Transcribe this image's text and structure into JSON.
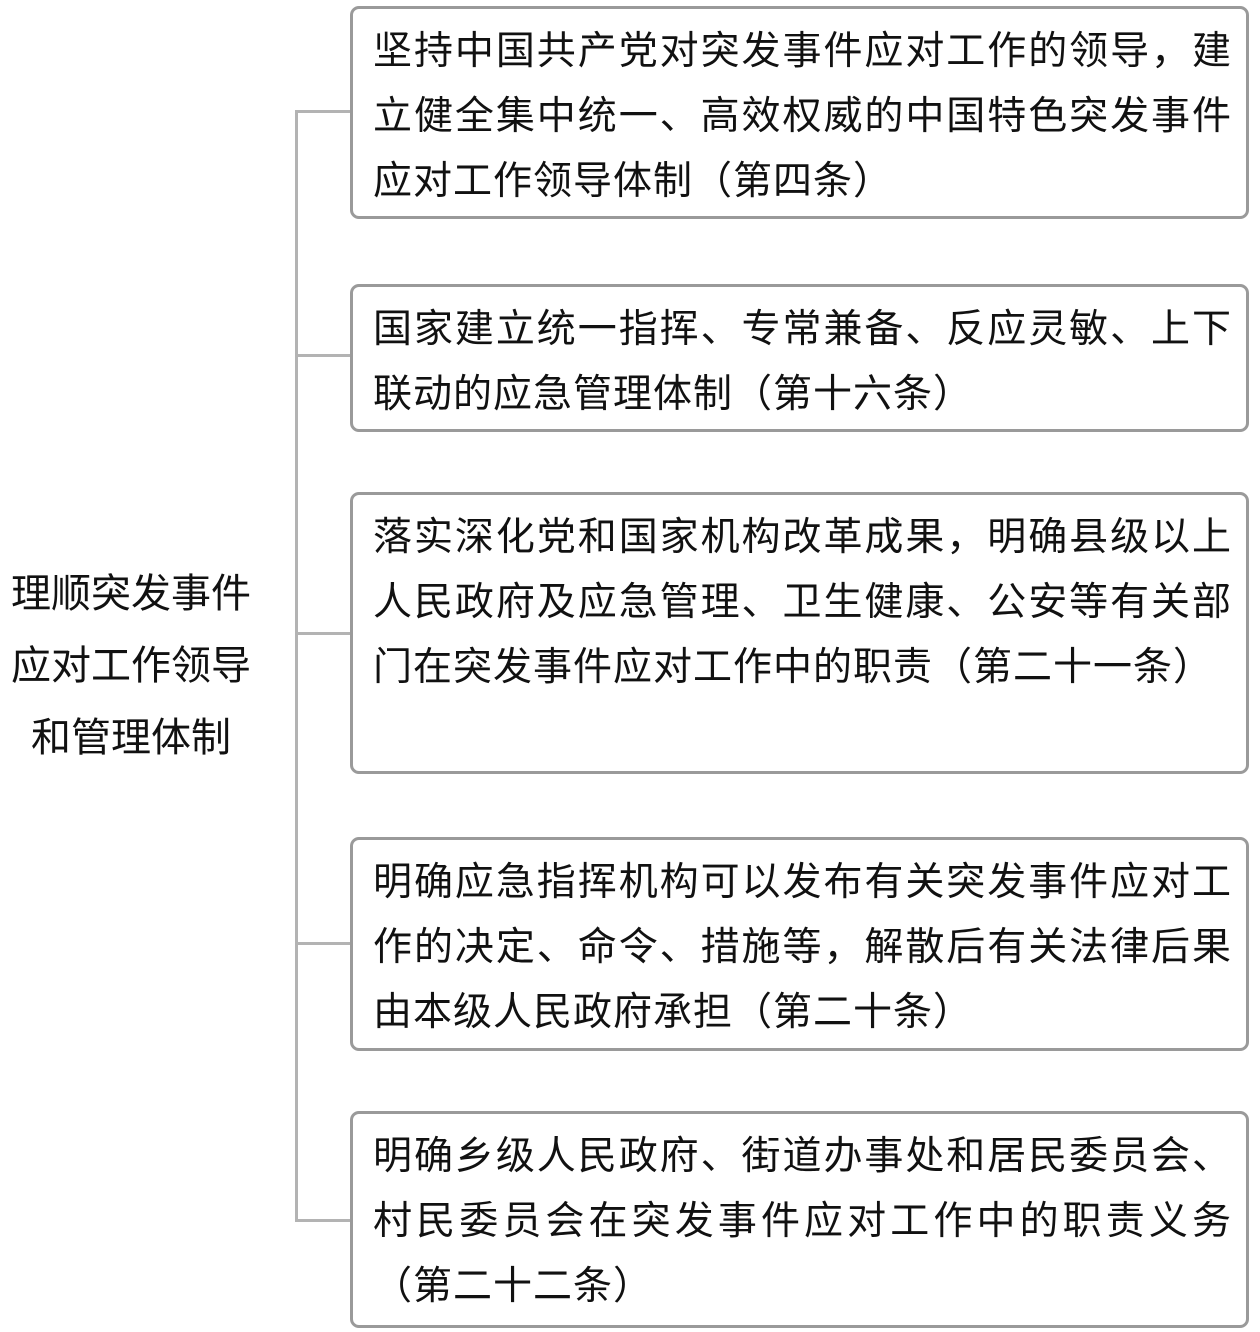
{
  "root": {
    "lines": [
      "理顺突发事件",
      "应对工作领导",
      "和管理体制"
    ]
  },
  "items": [
    {
      "text": "坚持中国共产党对突发事件应对工作的领导，建立健全集中统一、高效权威的中国特色突发事件应对工作领导体制（第四条）"
    },
    {
      "text": "国家建立统一指挥、专常兼备、反应灵敏、上下联动的应急管理体制（第十六条）"
    },
    {
      "text": "落实深化党和国家机构改革成果，明确县级以上人民政府及应急管理、卫生健康、公安等有关部门在突发事件应对工作中的职责（第二十一条）"
    },
    {
      "text": "明确应急指挥机构可以发布有关突发事件应对工作的决定、命令、措施等，解散后有关法律后果由本级人民政府承担（第二十条）"
    },
    {
      "text": "明确乡级人民政府、街道办事处和居民委员会、村民委员会在突发事件应对工作中的职责义务（第二十二条）"
    }
  ]
}
